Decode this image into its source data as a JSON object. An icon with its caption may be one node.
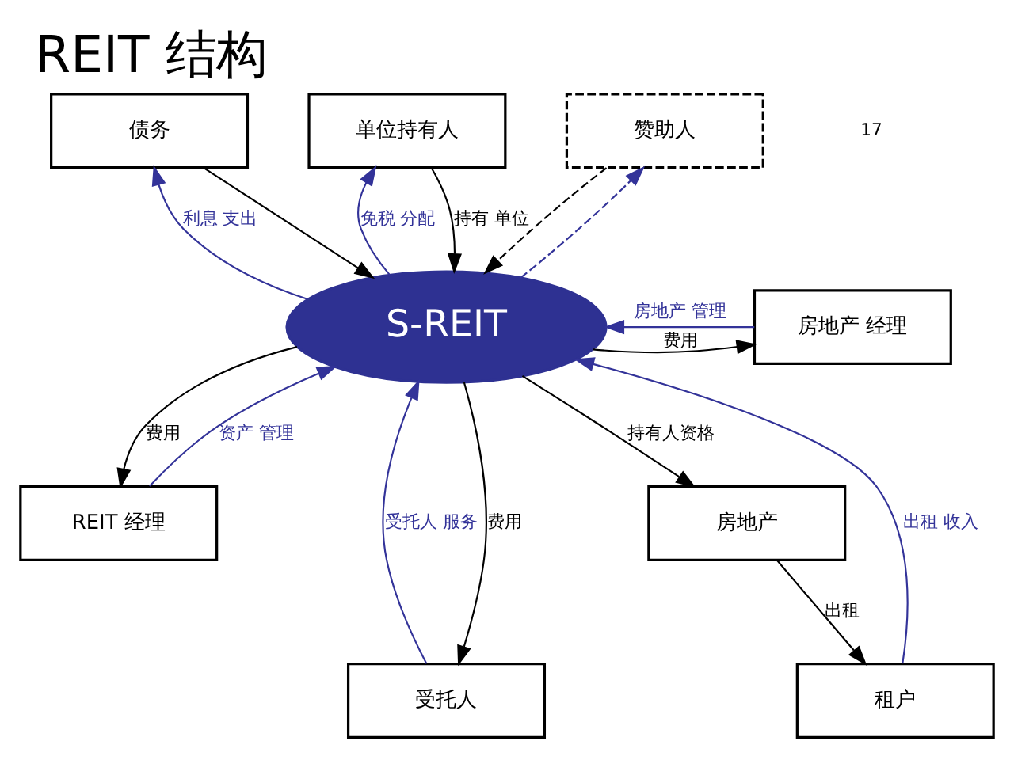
{
  "diagram": {
    "title": "REIT 结构",
    "nodes": [
      {
        "text": [
          "债务"
        ]
      },
      {
        "text": [
          "单位持有人"
        ]
      },
      {
        "text": [
          "赞助人"
        ]
      },
      {
        "text": [
          "S-REIT"
        ]
      },
      {
        "text": [
          "房地产 经理"
        ]
      },
      {
        "text": [
          "REIT 经理"
        ]
      },
      {
        "text": [
          "受托人"
        ]
      },
      {
        "text": [
          "房地产"
        ]
      },
      {
        "text": [
          "租户"
        ]
      }
    ],
    "edges": [
      {
        "from": 0,
        "to": 3,
        "arrow": "to"
      },
      {
        "from": 3,
        "to": 0,
        "arrow": "to",
        "label": "利息 支出",
        "color": "#333399"
      },
      {
        "from": 1,
        "to": 3,
        "arrow": "to",
        "label": "持有 单位"
      },
      {
        "from": 3,
        "to": 1,
        "arrow": "to",
        "label": "免税 分配",
        "color": "#333399"
      },
      {
        "from": 2,
        "to": 3,
        "arrow": "to",
        "style": "dashed"
      },
      {
        "from": 3,
        "to": 2,
        "arrow": "to",
        "style": "dashed",
        "color": "#333399"
      },
      {
        "from": 4,
        "to": 3,
        "arrow": "to",
        "label": "房地产 管理",
        "color": "#333399"
      },
      {
        "from": 3,
        "to": 4,
        "arrow": "to",
        "label": "费用"
      },
      {
        "from": 5,
        "to": 3,
        "arrow": "to",
        "label": "资产 管理",
        "color": "#333399"
      },
      {
        "from": 3,
        "to": 5,
        "arrow": "to",
        "label": "费用"
      },
      {
        "from": 6,
        "to": 3,
        "arrow": "to",
        "label": "受托人 服务",
        "color": "#333399"
      },
      {
        "from": 3,
        "to": 6,
        "arrow": "to",
        "label": "费用"
      },
      {
        "from": 3,
        "to": 7,
        "arrow": "to",
        "label": "持有人资格"
      },
      {
        "from": 7,
        "to": 8,
        "arrow": "to",
        "label": "出租"
      },
      {
        "from": 8,
        "to": 3,
        "arrow": "to",
        "label": "出租 收入",
        "color": "#333399"
      }
    ],
    "labels": [
      "17"
    ]
  }
}
